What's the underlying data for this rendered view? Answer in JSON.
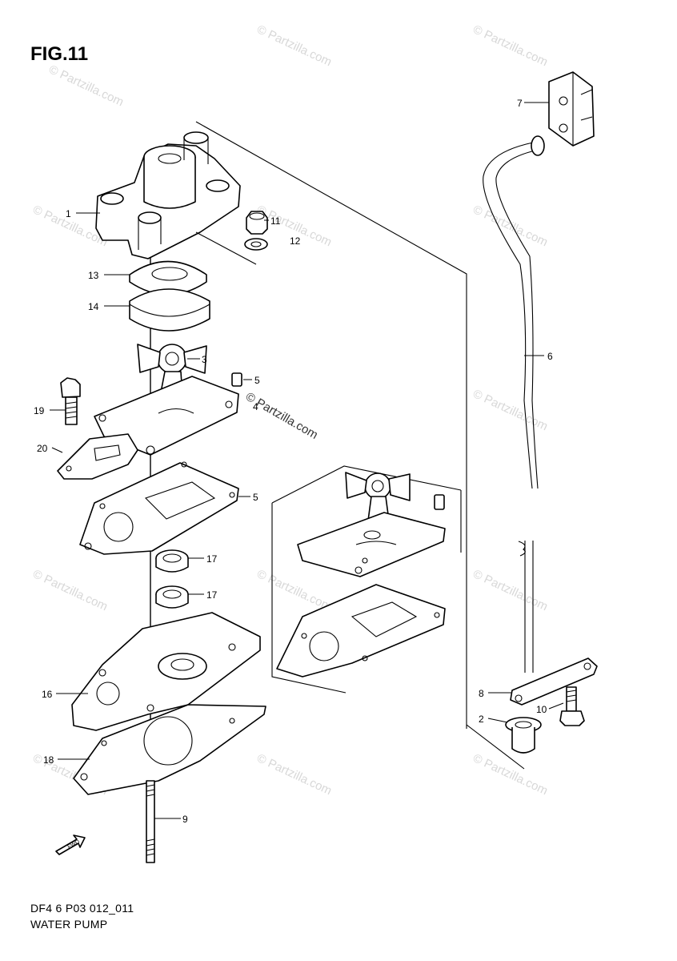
{
  "figure": {
    "title": "FIG.11"
  },
  "footer": {
    "code": "DF4 6 P03 012_011",
    "name": "WATER PUMP"
  },
  "watermark": {
    "text": "© Partzilla.com",
    "center_text": "© Partzilla.com"
  },
  "callouts": [
    {
      "id": "c1",
      "label": "1"
    },
    {
      "id": "c2",
      "label": "2"
    },
    {
      "id": "c3",
      "label": "3"
    },
    {
      "id": "c4",
      "label": "4"
    },
    {
      "id": "c5a",
      "label": "5"
    },
    {
      "id": "c5b",
      "label": "5"
    },
    {
      "id": "c6",
      "label": "6"
    },
    {
      "id": "c7",
      "label": "7"
    },
    {
      "id": "c8",
      "label": "8"
    },
    {
      "id": "c9",
      "label": "9"
    },
    {
      "id": "c10",
      "label": "10"
    },
    {
      "id": "c11",
      "label": "11"
    },
    {
      "id": "c12",
      "label": "12"
    },
    {
      "id": "c13",
      "label": "13"
    },
    {
      "id": "c14",
      "label": "14"
    },
    {
      "id": "c16",
      "label": "16"
    },
    {
      "id": "c17a",
      "label": "17"
    },
    {
      "id": "c17b",
      "label": "17"
    },
    {
      "id": "c18",
      "label": "18"
    },
    {
      "id": "c19",
      "label": "19"
    },
    {
      "id": "c20",
      "label": "20"
    }
  ],
  "fwd_arrow": {
    "label": "FWD"
  }
}
